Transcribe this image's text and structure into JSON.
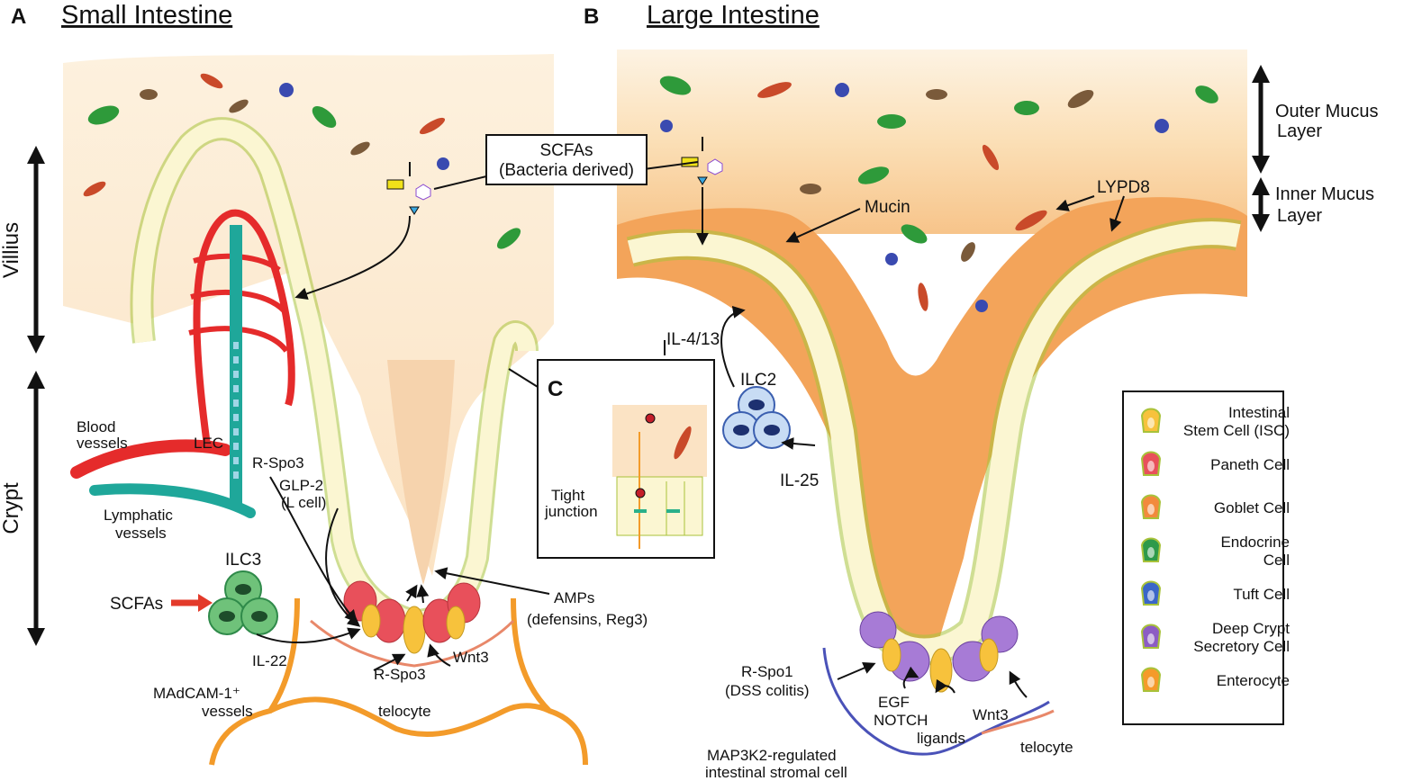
{
  "panels": {
    "a": {
      "letter": "A",
      "title": "Small Intestine"
    },
    "b": {
      "letter": "B",
      "title": "Large Intestine"
    },
    "c": {
      "letter": "C"
    }
  },
  "sides": {
    "villius": "Villius",
    "crypt": "Crypt"
  },
  "layers": {
    "outer_line1": "Outer Mucus",
    "outer_line2": "Layer",
    "inner_line1": "Inner Mucus",
    "inner_line2": "Layer"
  },
  "labels": {
    "scfas_box_line1": "SCFAs",
    "scfas_box_line2": "(Bacteria derived)",
    "mucin": "Mucin",
    "lypd8": "LYPD8",
    "il413": "IL-4/13",
    "ilc2": "ILC2",
    "il25": "IL-25",
    "tight_line1": "Tight",
    "tight_line2": "junction",
    "blood_line1": "Blood",
    "blood_line2": "vessels",
    "lec": "LEC",
    "rspo3_top": "R-Spo3",
    "glp2_line1": "GLP-2",
    "glp2_line2": "(L cell)",
    "lymph_line1": "Lymphatic",
    "lymph_line2": "vessels",
    "ilc3": "ILC3",
    "scfas": "SCFAs",
    "il22": "IL-22",
    "amps_line1": "AMPs",
    "amps_line2": "(defensins, Reg3)",
    "rspo3_bottom": "R-Spo3",
    "wnt3_a": "Wnt3",
    "madcam_line1": "MAdCAM-1⁺",
    "madcam_line2": "vessels",
    "telocyte_a": "telocyte",
    "rspo1_line1": "R-Spo1",
    "rspo1_line2": "(DSS colitis)",
    "egf": "EGF",
    "notch_line1": "NOTCH",
    "notch_line2": "ligands",
    "wnt3_b": "Wnt3",
    "telocyte_b": "telocyte",
    "map3k2_line1": "MAP3K2-regulated",
    "map3k2_line2": "intestinal stromal cell"
  },
  "legend": [
    {
      "line1": "Intestinal",
      "line2": "Stem Cell (ISC)",
      "icon": "stem-cell-icon",
      "fill": "#f7c23c"
    },
    {
      "line1": "Paneth Cell",
      "line2": "",
      "icon": "paneth-cell-icon",
      "fill": "#e8505b"
    },
    {
      "line1": "Goblet Cell",
      "line2": "",
      "icon": "goblet-cell-icon",
      "fill": "#f28a3c"
    },
    {
      "line1": "Endocrine",
      "line2": "Cell",
      "icon": "endocrine-cell-icon",
      "fill": "#2e9a4a"
    },
    {
      "line1": "Tuft Cell",
      "line2": "",
      "icon": "tuft-cell-icon",
      "fill": "#3a66c8"
    },
    {
      "line1": "Deep Crypt",
      "line2": "Secretory Cell",
      "icon": "deep-crypt-cell-icon",
      "fill": "#8c5cc4"
    },
    {
      "line1": "Enterocyte",
      "line2": "",
      "icon": "enterocyte-icon",
      "fill": "#f59a2a"
    }
  ],
  "colors": {
    "mucus_light": "#fbe9cf",
    "mucus_dark": "#f3a45a",
    "cell_fill": "#fbf6d2",
    "cell_outline": "#a8c23a",
    "blood": "#e52b2b",
    "lymph": "#1fa79a",
    "stromal": "#f39b2a",
    "ilc": "#2f8a4a",
    "ilc2": "#3b5fb0",
    "arrow_red": "#e33a2a"
  }
}
